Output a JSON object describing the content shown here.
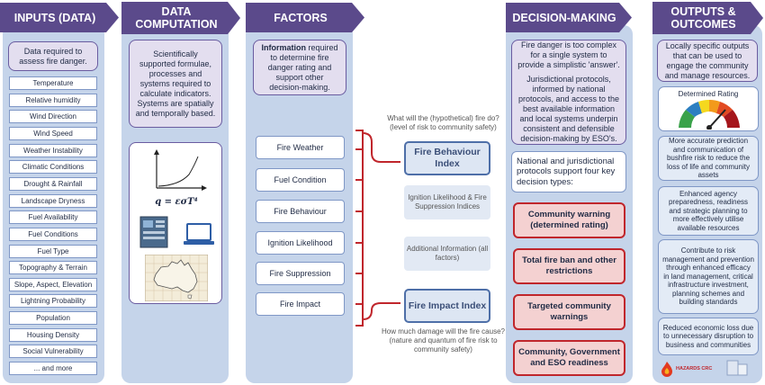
{
  "headers": {
    "inputs": "INPUTS (DATA)",
    "computation_line1": "DATA",
    "computation_line2": "COMPUTATION",
    "factors": "FACTORS",
    "decision": "DECISION-MAKING",
    "outputs_line1": "OUTPUTS &",
    "outputs_line2": "OUTCOMES"
  },
  "inputs": {
    "intro": "Data required to assess fire danger.",
    "items": [
      "Temperature",
      "Relative humidity",
      "Wind Direction",
      "Wind Speed",
      "Weather Instability",
      "Climatic Conditions",
      "Drought & Rainfall",
      "Landscape Dryness",
      "Fuel Availability",
      "Fuel Conditions",
      "Fuel Type",
      "Topography & Terrain",
      "Slope, Aspect, Elevation",
      "Lightning Probability",
      "Population",
      "Housing Density",
      "Social Vulnerability",
      "... and more"
    ]
  },
  "computation": {
    "intro": "Scientifically supported formulae, processes and systems required to calculate indicators. Systems are spatially and temporally based.",
    "formula": "q = εσT⁴"
  },
  "factors": {
    "intro_bold": "Information",
    "intro_rest": " required to determine fire danger rating and support other decision-making.",
    "items": [
      "Fire Weather",
      "Fuel Condition",
      "Fire Behaviour",
      "Ignition Likelihood",
      "Fire Suppression",
      "Fire Impact"
    ]
  },
  "middle": {
    "question_top": "What will the (hypothetical) fire do? (level of risk to community safety)",
    "fire_behaviour_index": "Fire Behaviour Index",
    "ignition_indices": "Ignition Likelihood & Fire Suppression Indices",
    "additional_info": "Additional Information (all factors)",
    "fire_impact_index": "Fire Impact Index",
    "question_bottom": "How much damage will the fire cause? (nature and quantum of fire risk to community safety)"
  },
  "decision": {
    "intro_p1": "Fire danger is too complex for a single system to provide a simplistic 'answer'.",
    "intro_p2": "Jurisdictional protocols, informed by national protocols, and access to the best available information and local systems underpin consistent and defensible decision-making by ESO's.",
    "protocols": "National and jurisdictional protocols support four key decision types:",
    "types": [
      "Community warning (determined rating)",
      "Total fire ban and other restrictions",
      "Targeted community warnings",
      "Community, Government and ESO readiness"
    ]
  },
  "outputs": {
    "intro": "Locally specific outputs that can be used to engage the community and manage resources.",
    "rating_label": "Determined Rating",
    "items": [
      "More accurate prediction and communication of bushfire risk to reduce the loss of life and community assets",
      "Enhanced agency preparedness, readiness and strategic planning to more effectively utilise available resources",
      "Contribute to risk management and prevention through enhanced efficacy in land management, critical infrastructure investment, planning schemes and building standards",
      "Reduced economic loss due to unnecessary disruption to business and communities"
    ],
    "logo_text": "HAZARDS CRC"
  },
  "colors": {
    "header": "#5b4a8b",
    "column": "#c5d4ea",
    "decision_border": "#c0262c",
    "bracket": "#c0262c",
    "index_border": "#4e6fa8"
  }
}
